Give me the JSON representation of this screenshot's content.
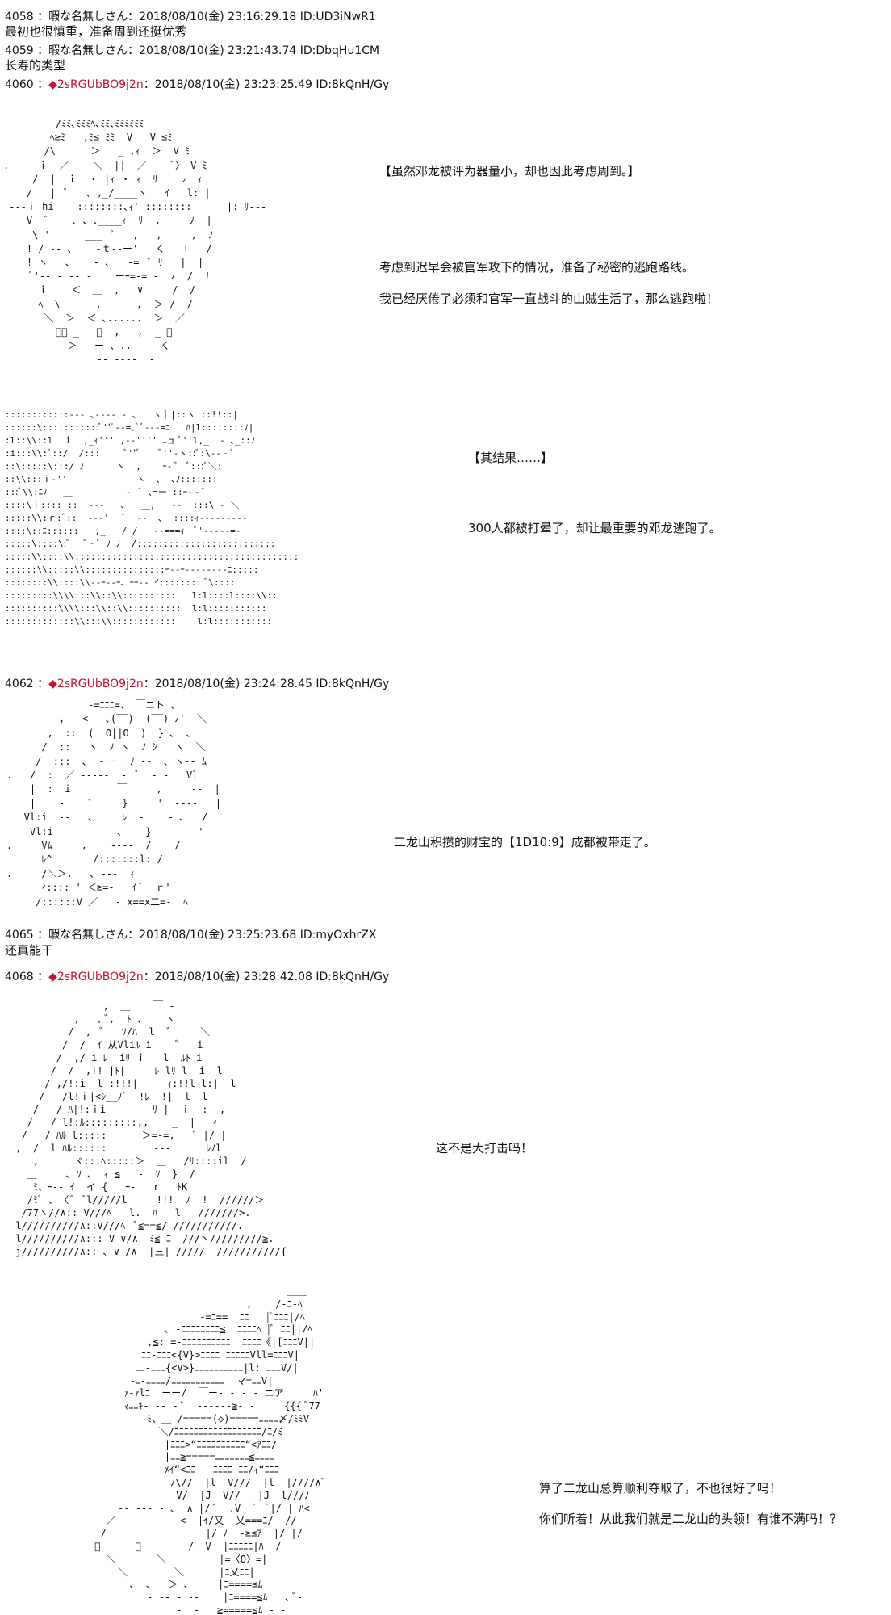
{
  "posts": [
    {
      "num": "4058",
      "sep": " ：",
      "name": "暇な名無しさん",
      "date": "：2018/08/10(金) 23:16:29.18 ID:UD3iNwR1",
      "body": "最初也很慎重，准备周到还挺优秀"
    },
    {
      "num": "4059",
      "sep": " ：",
      "name": "暇な名無しさん",
      "date": "：2018/08/10(金) 23:21:43.74 ID:DbqHu1CM",
      "body": "长寿的类型"
    },
    {
      "num": "4060",
      "sep": " ：",
      "trip": "◆2sRGUbBO9j2n",
      "date": "：2018/08/10(金) 23:23:25.49 ID:8kQnH/Gy"
    },
    {
      "num": "4062",
      "sep": " ：",
      "trip": "◆2sRGUbBO9j2n",
      "date": "：2018/08/10(金) 23:24:28.45 ID:8kQnH/Gy"
    },
    {
      "num": "4065",
      "sep": " ：",
      "name": "暇な名無しさん",
      "date": "：2018/08/10(金) 23:25:23.68 ID:myOxhrZX",
      "body": "还真能干"
    },
    {
      "num": "4068",
      "sep": " ：",
      "trip": "◆2sRGUbBO9j2n",
      "date": "：2018/08/10(金) 23:28:42.08 ID:8kQnH/Gy"
    }
  ],
  "captions": {
    "c1": "【虽然邓龙被评为器量小，却也因此考虑周到。】",
    "c2": "考虑到迟早会被官军攻下的情况，准备了秘密的逃跑路线。",
    "c3": "我已经厌倦了必须和官军一直战斗的山贼生活了，那么逃跑啦！",
    "c4": "【其结果……】",
    "c5": "300人都被打晕了，却让最重要的邓龙逃跑了。",
    "c6": "二龙山积攒的财宝的【1D10:9】成都被带走了。",
    "c7": "这不是大打击吗！",
    "c8": "算了二龙山总算顺利夺取了，不也很好了吗！",
    "c9": "你们听着！从此我们就是二龙山的头领！有谁不满吗！？"
  },
  "art": {
    "a1": "         /ﾐﾐ､ﾐﾐﾐﾍ､ﾐﾐ､ﾐﾐﾐﾐﾐﾐ\n        ﾍ≧ﾐ   ,ﾐ≦ ﾐﾐ  V   V ≦ﾐ\n       /\\      ＞   _ ,ｨ  ＞  V ﾐ\n.     ｉ  ／    ＼  ||  ／    ﾞ〉 V ﾐ\n     /  |  ｉ  ・ |ｨ ・ ｨ  ﾘ    ﾚ  ｨ\n    /   |  ﾞ   ､ ,_/____ヽ   ｲ   l: |\n ---ｉ_hi    ::::::::､ｨ' ::::::::      |: ﾘ---\n    V  ﾞ    ､ ､ ､____ｨ  ﾘ  ,     ﾉ  |\n     \\ '      ___  ﾞ   ,   ,     ,  ﾉ\n    ! / ‐‐ ､    ‐ｔ‐‐ー'   く   !   /\n    ! ヽ   ､    ‐ ､   -=  ﾞ ﾘ   |  |\n     ﾞ'‐‐ - ‐‐ ‐    ーｰ=‐= ‐  ﾉ  /  !\n      ｉ    ＜  ＿  ,   ∨     /  /\n      ﾍ  \\      ,      ,  ＞ /  /\n       ＼  ＞  ＜ ､......  ＞  ／\n         ﾞ＼ _   ､  ,   ,  _ ／\n           ＞ ‐ ー 、.. ‐ ‐ く\n                ‐‐ ‐‐‐‐  ‐",
    "a2": "::::::::::::‐‐‐ ､-‐‐‐ ‐ ､   ヽ｜|::ヽ ::!!::|\n::::::\\:::::::::::ﾞ''ﾞ‐‐=､ﾞﾞ‐‐‐=ﾆ   ﾊ|l::::::::ﾉ|\n:l::\\\\::l  ｉ  ,_ｨ''' ,‐‐'''' ﾆュ ﾞ''l,_  ‐ ､_::ﾉ\n:i:::\\\\:ﾞ::/  /:::     ﾞ''ﾞ    ﾞ''‐ヽ::ﾞ:\\‐‐‐ﾞ\n::\\:::::\\:::/ ﾉ      ヽ  ,    ｰ‐ ﾞ  ﾞ:::ﾞ＼:\n::\\\\:::ｉ‐''             ヽ  ､  ､ﾉ:::::::\n:::ﾞ\\\\:ﾆﾉ   ＿__        ‐  ﾞ ､=ー ::ｰ‐‐ﾞ\n::::\\ｉ:::: ::  ‐-‐   ､   ＿,   ‐‐  :::\\ ‐ ＼\n:::::\\\\:ｒ:ﾞ::  ‐‐‐'   ﾞ  ‐-  ､  ::::ｨ-‐‐‐‐‐‐--\n::::\\::ﾆ::::::   ,_   / /   ‐‐===ｨ‐ﾞ'‐‐‐‐‐=-\n:::::\\::::\\:ﾞ   ﾞ‐ﾞ ﾉ ﾉ  /::::::::::::::::::::::::::\n:::::\\\\::::\\\\::::::::::::::::::::::::::::::::::::::::::\n::::::\\\\:::::\\\\:::::::::::::::ｰ‐-ｰ‐‐‐-‐‐‐‐ﾆ:::::\n::::::::\\\\::::\\\\‐‐ｰ‐‐ｰ、ｰｰ‐‐ ｲ:::::::::ﾞ\\::::\n:::::::::\\\\\\\\:::\\\\::\\\\::::::::::   l:l::::l::::\\\\::\n::::::::::\\\\\\\\:::\\\\::\\\\::::::::::  l:l:::::::::::\n:::::::::::::\\\\:::\\\\::::::::::::    l:l:::::::::::",
    "a3": "              -=ﾆﾆﾆ=、 ￣ニト ､\n         ,   <   ､(‾‾)  (‾‾) ﾉ'  ＼\n       ,  ::  (  O||O  )  } ､  ､\n      /  ::   ヽ  ﾉ ヽ  ﾉ ｼ   ヽ  ＼\n     /  :::  ､  ‐ーー ﾉ ‐‐  ､ ヽ‐‐ ﾑ\n.   /  :  ／ ‐‐‐‐‐  ‐  ﾞ  ‐ ‐   Vl\n    |  :  i        ￣     ,     ‐‐  |\n    |    ‐    ﾞ     }     '  ‐‐‐‐   |\n   Vl:i  ‐‐   ､     ﾚ  ‐    ‐ ､   / \n    Vl:i           ､    }        '\n.     Vﾑ     ,    ‐‐‐‐  /    /\n      ﾚ^       /:::::::l: /\n.     /＼＞.   ､ ‐‐‐  ｨ\n      ｨ:::: ' ＜≧=-   ｲ ﾞ  ｒ'\n     /::::::V ／   ‐ x==x二=-  ﾍ",
    "a4": "                ,  ＿    ￣ ‐\n           ,   ､ ﾞ,  ﾄ ､    ヽ\n          /  ,  ﾞ   ｿ/ﾊ  l  ﾞ     ＼\n         /  /  ｲ 从Vliﾙ i    ﾞ   i\n        /  ,/ i ﾚ  iﾘ ｉ   l  ﾙﾄ i\n       /  /  ,!! |ﾄ|     ﾚ lﾘ l  i  l\n      / ,/!:i  l :!!!|     ｨ:!!l l:|  l\n     /   /l!ｉ|<ｼ__ﾉﾞ  !ﾚ  !|  l  l\n    /   / ﾊ|!:ｉi        ﾘ |  ｉ  :  ,\n   /   / l!:ﾙ:::::::::,,    _  |   ｨ\n  /   / ﾊﾙ l:::::      ＞=-=,   ﾞ |/ |\n ,  /  l ﾊﾙ::::::        ‐‐‐      ﾚﾉl\n    ,      ヾ:::ﾍ:::::＞  ＿   /ﾘ::::il  /\n   ＿     ､ ｿ ､  ｨ ≦   ‐  ｿ  }  /\n    ﾐ、ｰ‐‐ ｲ  イ {   ｰ‐   r   ﾄK\n   /ﾐﾞ ､ 〈¯ ¯l/////l     !!!  ﾉ  !  //////＞\n  /77ヽ//∧:: V///ﾍ   l.  ﾊ   l   ///////>.\n l//////////∧::V///ﾍ  ﾞ≦==≦/ ///////////.\n l//////////∧::: V ∨/∧  ﾐ≦ ﾆ  ///ヽ/////////≧.\n j//////////∧:: ､ ∨ /∧  |三| /////  ///////////{",
    "a5": "                                  ＿＿\n                           ,    /‐ﾆ‐ﾍ\n                   -=ﾆ==  ﾆﾆ   |ﾞﾆﾆﾆ|/ﾍ\n             ､ ‐ﾆﾆﾆﾆﾆﾆﾆﾆ≦  ﾆﾆﾆﾆﾍ |ﾞ ﾆﾆ||/ﾍ\n          ,≦: =‐ﾆﾆﾆﾆﾆﾆﾆﾆﾆﾆ  ﾆﾆﾆﾆ《|[ﾆﾆﾆV||\n         ﾆﾆ‐ﾆﾆﾆ<{V}>ﾆﾆﾆﾆ ﾆﾆﾆﾆﾆVll=ﾆﾆﾆV|\n        ﾆﾆ‐ﾆﾆﾆ{<V>}ﾆﾆﾆﾆﾆﾆﾆﾆﾆﾆ|l: ﾆﾆﾆV/|\n       ‐ﾆ‐ﾆﾆﾆﾆ/ﾆﾆﾆﾆﾆﾆﾆﾆﾆﾆﾆ  マ=ﾆﾆV|\n      ｧ‐ｧlﾆ  ーー/  ￣ー‐ ‐ ‐ ‐ ニア     ﾊ'\n      ﾏﾆﾆｷ‐ ‐‐ ‐ ﾞ  ‐‐‐‐‐‐≧‐ ‐     {{{ ﾞ77\n          ﾐ、＿ /=====(◇)=====ﾆﾆﾆﾆ〆/ﾐﾐV\n            ＼/ﾆﾆﾆﾆﾆﾆﾆﾆﾆﾆﾆﾆﾆﾆﾆﾆﾆﾆ/ﾆ/ﾐ\n             |ﾆﾆﾆ>“ﾆﾆﾆﾆﾆﾆﾆﾆﾆﾆ“<ｱﾆﾆ/\n             |ﾆﾆ≧=====ﾆﾆﾆﾆﾆﾆﾆ≦ﾆﾆﾆﾆ\n             ﾒｲ“<ﾆﾆ  ‐ﾆﾆﾆﾆ‐ﾆﾆ/ｨ“ﾆﾆﾆ\n              ﾉ\\//  |l  V///  |l  |////∧ﾞ\n               V/  |J  V//   |J  l///ﾉ\n     ‐‐ ‐‐‐ ‐ ､  ∧ |/ ﾞ  .V  ﾞ  ﾞ|/ | ﾊ<\n   ／           <  |ｲ/又  乂===ﾆ/ |//\n  /                 |/ ﾉ  ‐≧≦ｱ  |/ |/\n ﾞ      ＼        /  V  |ﾆﾆﾆﾆﾆ|ﾊ  /\n   ＼       ＼         |=〈O〉=|\n     ＼        ＼      |ﾆ乂ﾆﾆ|\n       ､  ､   ＞ ､     |ﾆ====≦ﾑ\n          ‐ ‐‐ ‐ ‐‐    |ﾆ====≦ﾑ   ､ ﾞ‐\n               ‐  ‐   ≧=====≦ﾑ ‐ ‐",
    "a6": "   ─    ─      ─\n    ヽ    ＼    ─\n   ､    ,  ､  ‐\n ──\n ｰ ‐\n  ‐ ─"
  }
}
